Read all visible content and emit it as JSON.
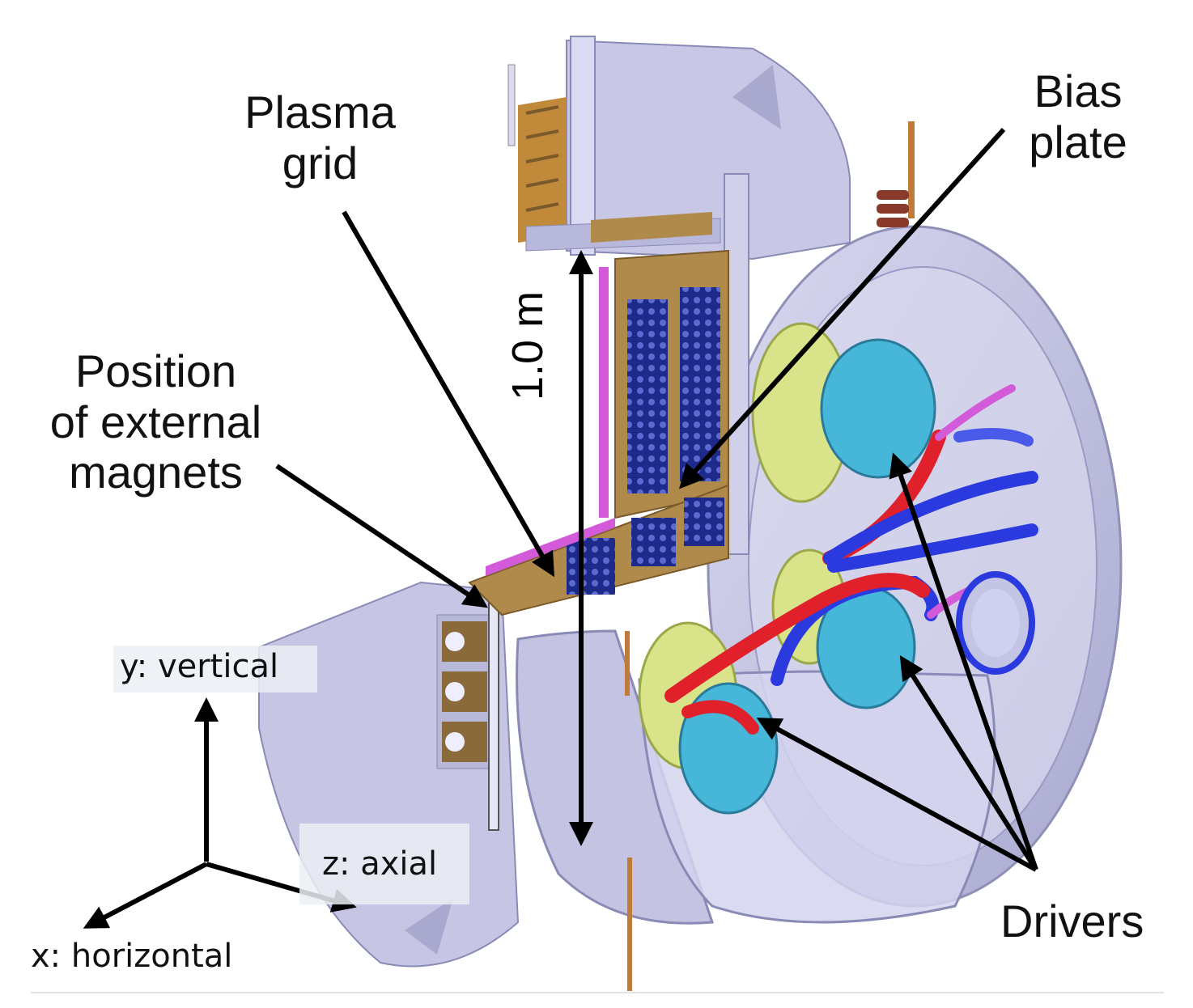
{
  "labels": {
    "plasma_grid": [
      "Plasma",
      "grid"
    ],
    "bias_plate": [
      "Bias",
      "plate"
    ],
    "external_magnets": [
      "Position",
      "of external",
      "magnets"
    ],
    "drivers": "Drivers",
    "dimension": "1.0 m"
  },
  "axes": {
    "y": "y: vertical",
    "z": "z: axial",
    "x": "x: horizontal"
  },
  "colors": {
    "housing": "#c9c9e6",
    "housing_dark": "#9a9ac4",
    "grid_gold": "#b08a4a",
    "grid_holes": "#1e2a8a",
    "driver_cyan": "#46b7d8",
    "coil_yellow": "#d9e48a",
    "hose_red": "#e0202a",
    "hose_blue": "#2a3adf",
    "hose_magenta": "#d35ad8",
    "arrow": "#000000"
  }
}
